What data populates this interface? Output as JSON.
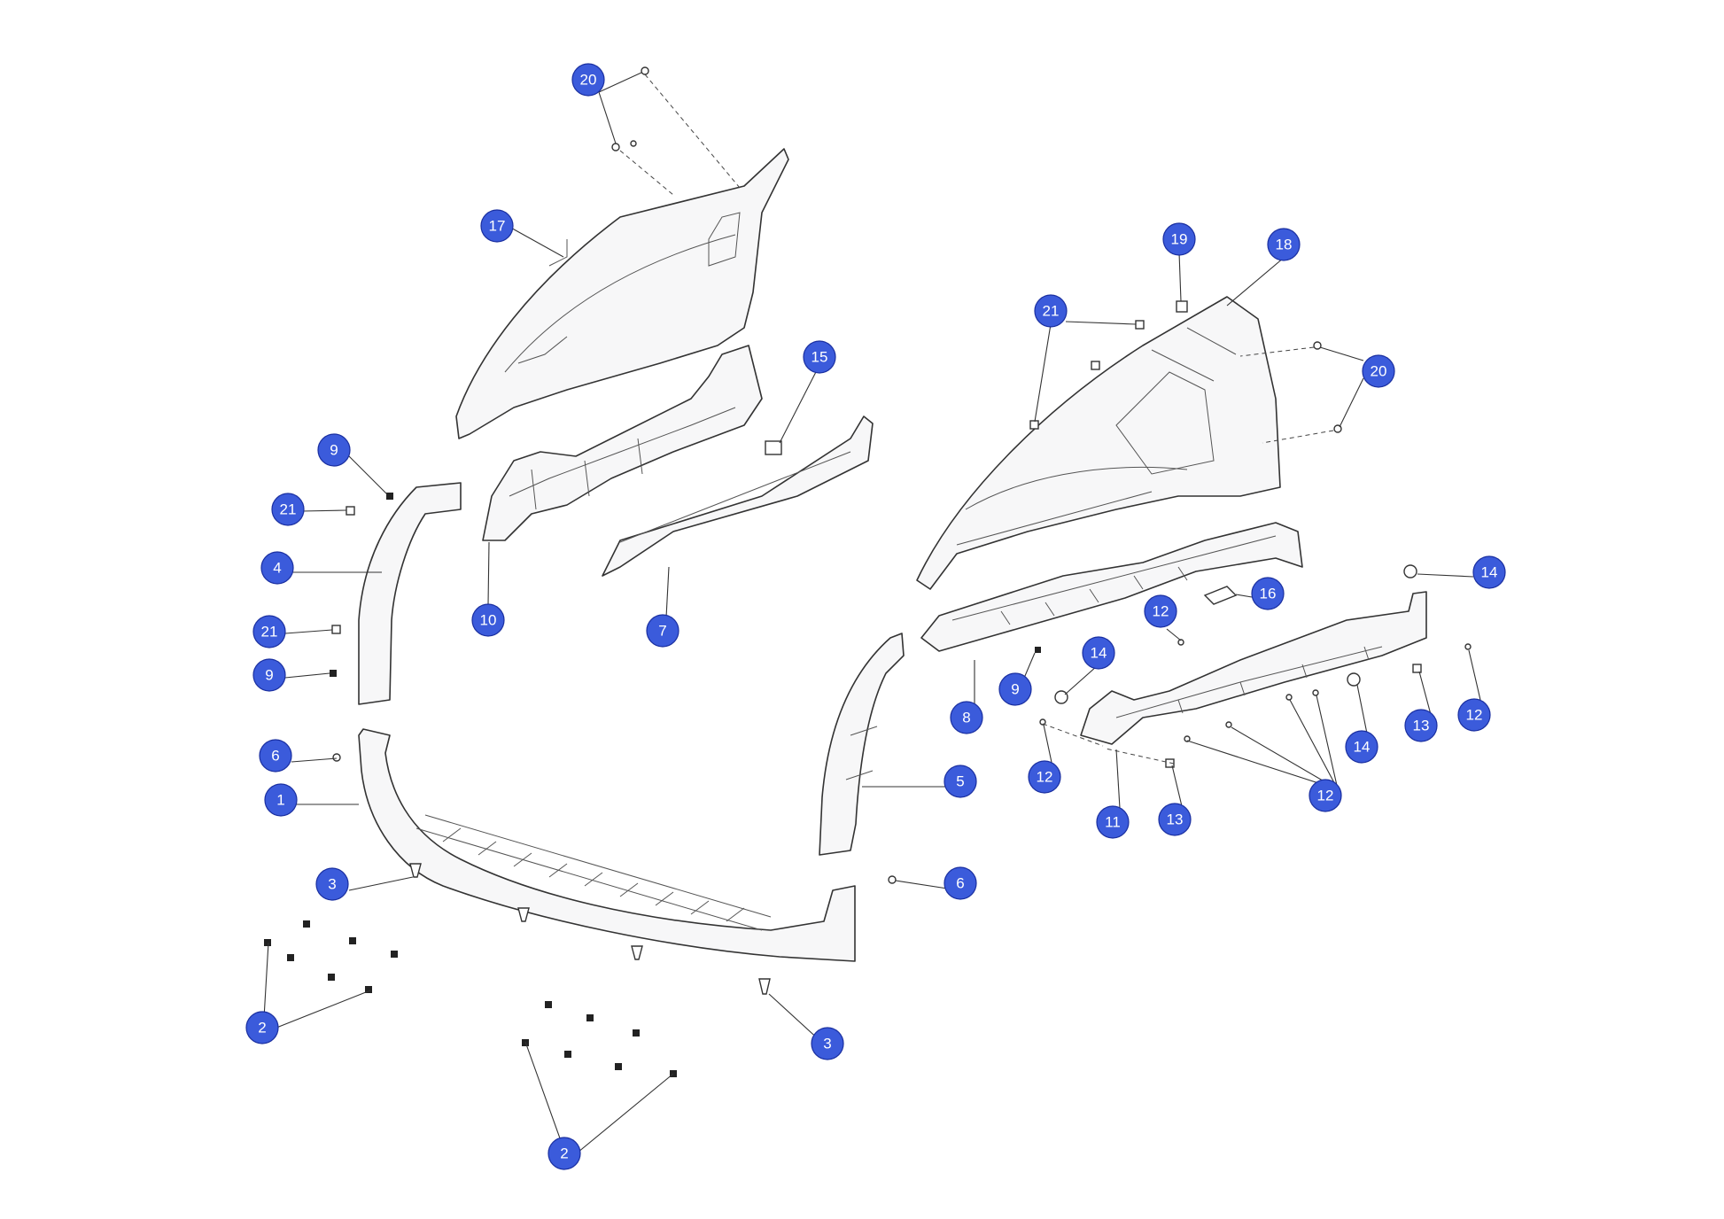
{
  "diagram": {
    "callout_color": "#3b5bdb",
    "callouts": [
      {
        "id": "c20a",
        "label": "20"
      },
      {
        "id": "c17",
        "label": "17"
      },
      {
        "id": "c19",
        "label": "19"
      },
      {
        "id": "c18",
        "label": "18"
      },
      {
        "id": "c21a",
        "label": "21"
      },
      {
        "id": "c20b",
        "label": "20"
      },
      {
        "id": "c15",
        "label": "15"
      },
      {
        "id": "c9a",
        "label": "9"
      },
      {
        "id": "c21b",
        "label": "21"
      },
      {
        "id": "c4",
        "label": "4"
      },
      {
        "id": "c10",
        "label": "10"
      },
      {
        "id": "c7",
        "label": "7"
      },
      {
        "id": "c21c",
        "label": "21"
      },
      {
        "id": "c9b",
        "label": "9"
      },
      {
        "id": "c14a",
        "label": "14"
      },
      {
        "id": "c16",
        "label": "16"
      },
      {
        "id": "c12a",
        "label": "12"
      },
      {
        "id": "c14b",
        "label": "14"
      },
      {
        "id": "c9c",
        "label": "9"
      },
      {
        "id": "c8",
        "label": "8"
      },
      {
        "id": "c12b",
        "label": "12"
      },
      {
        "id": "c14c",
        "label": "14"
      },
      {
        "id": "c13a",
        "label": "13"
      },
      {
        "id": "c6a",
        "label": "6"
      },
      {
        "id": "c1",
        "label": "1"
      },
      {
        "id": "c5",
        "label": "5"
      },
      {
        "id": "c12c",
        "label": "12"
      },
      {
        "id": "c12d",
        "label": "12"
      },
      {
        "id": "c11",
        "label": "11"
      },
      {
        "id": "c13b",
        "label": "13"
      },
      {
        "id": "c3a",
        "label": "3"
      },
      {
        "id": "c6b",
        "label": "6"
      },
      {
        "id": "c2a",
        "label": "2"
      },
      {
        "id": "c3b",
        "label": "3"
      },
      {
        "id": "c2b",
        "label": "2"
      }
    ]
  }
}
